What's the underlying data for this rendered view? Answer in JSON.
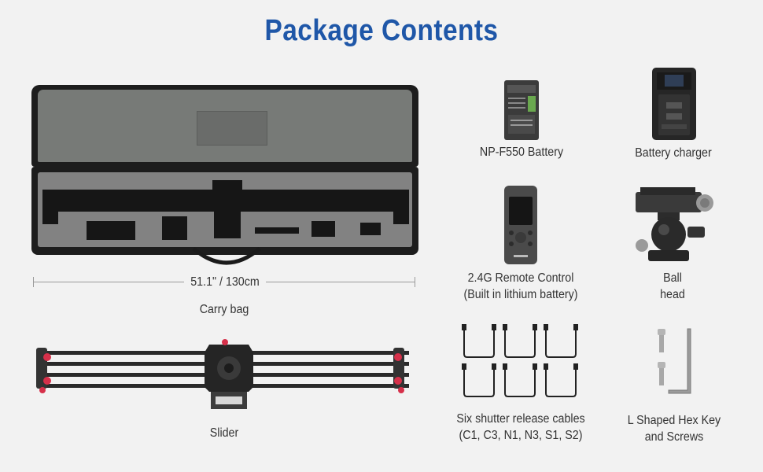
{
  "title": "Package Contents",
  "items": {
    "carry_bag": {
      "dimension": "51.1\" / 130cm",
      "label": "Carry bag"
    },
    "slider": {
      "label": "Slider"
    },
    "battery": {
      "label": "NP-F550 Battery"
    },
    "charger": {
      "label": "Battery charger"
    },
    "remote": {
      "label_line1": "2.4G Remote Control",
      "label_line2": "(Built in lithium battery)"
    },
    "ball_head": {
      "label_line1": "Ball",
      "label_line2": "head"
    },
    "cables": {
      "label_line1": "Six shutter release cables",
      "label_line2": "(C1, C3, N1, N3, S1, S2)"
    },
    "hex_key": {
      "label_line1": "L Shaped Hex Key",
      "label_line2": "and Screws"
    }
  },
  "colors": {
    "title": "#1f57a8",
    "background": "#f2f2f2",
    "accent_red": "#d6304a"
  }
}
